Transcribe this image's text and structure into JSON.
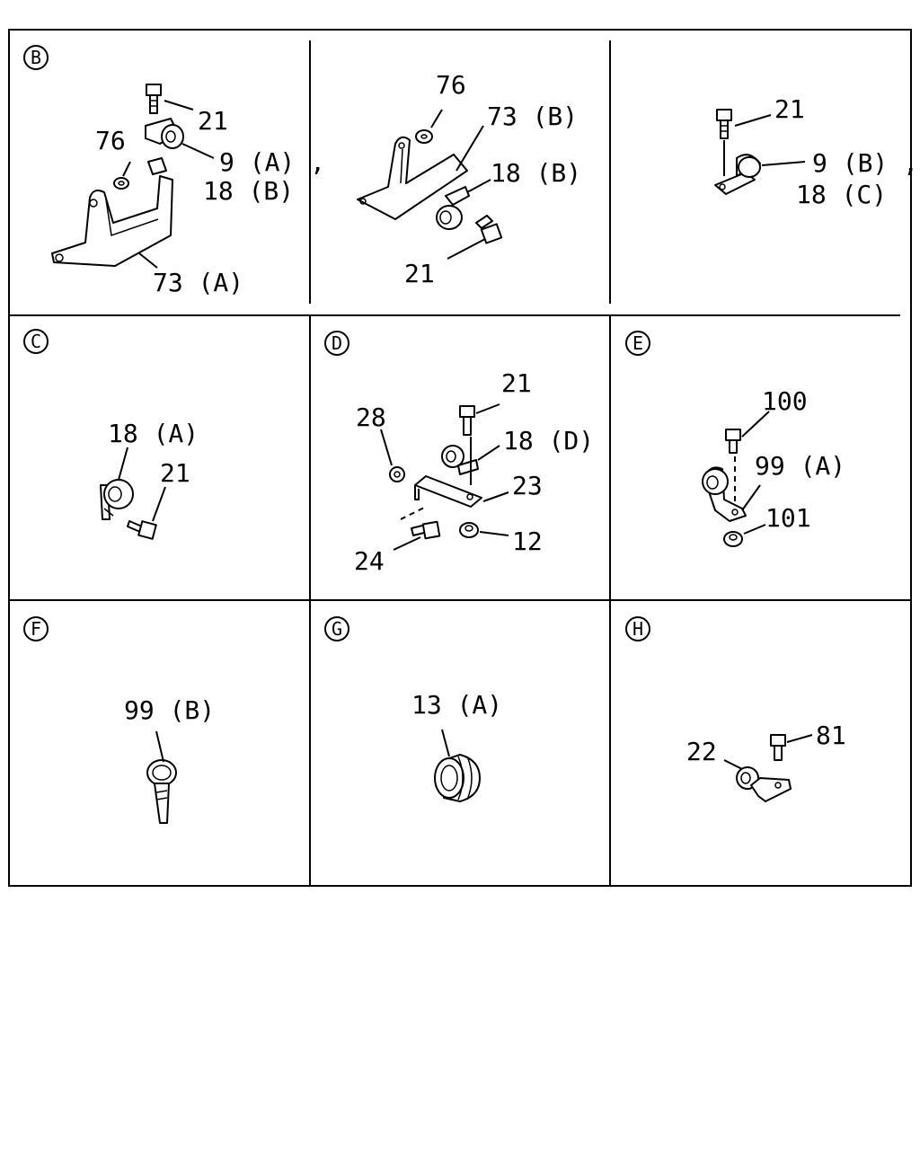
{
  "panels": {
    "b1": {
      "tag": "B",
      "labels": [
        "21",
        "76",
        "9 (A) ,",
        "18 (B)",
        "73 (A)"
      ]
    },
    "b2": {
      "labels": [
        "76",
        "73 (B)",
        "18 (B)",
        "21"
      ]
    },
    "b3": {
      "labels": [
        "21",
        "9 (B) ,",
        "18 (C)"
      ]
    },
    "c": {
      "tag": "C",
      "labels": [
        "18 (A)",
        "21"
      ]
    },
    "d": {
      "tag": "D",
      "labels": [
        "28",
        "21",
        "18 (D)",
        "23",
        "24",
        "12"
      ]
    },
    "e": {
      "tag": "E",
      "labels": [
        "100",
        "99 (A)",
        "101"
      ]
    },
    "f": {
      "tag": "F",
      "labels": [
        "99 (B)"
      ]
    },
    "g": {
      "tag": "G",
      "labels": [
        "13 (A)"
      ]
    },
    "h": {
      "tag": "H",
      "labels": [
        "22",
        "81"
      ]
    }
  }
}
